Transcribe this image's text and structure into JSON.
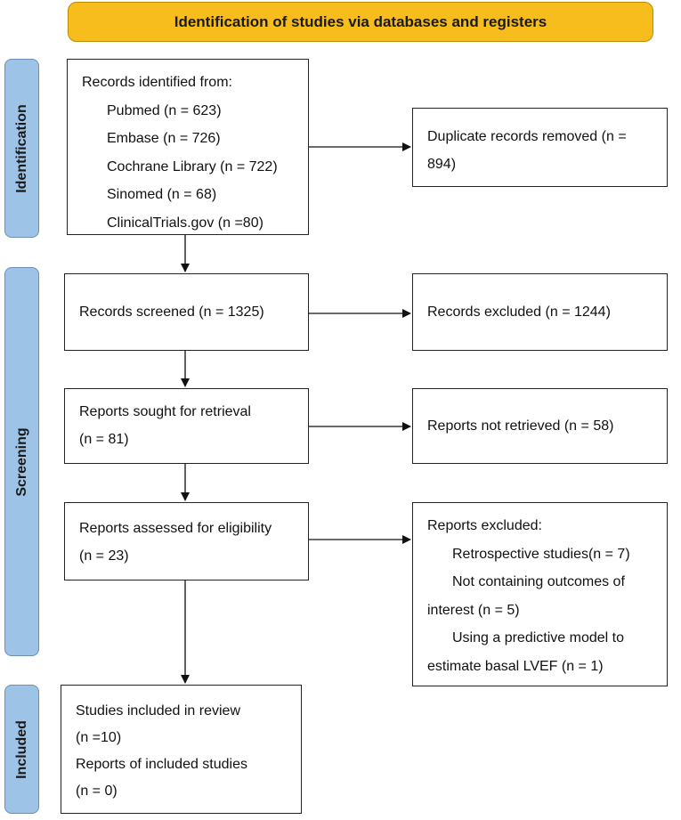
{
  "header": "Identification of studies via databases and registers",
  "phases": {
    "identification": "Identification",
    "screening": "Screening",
    "included": "Included"
  },
  "identification": {
    "records_title": "Records identified from:",
    "sources": [
      "Pubmed (n = 623)",
      "Embase (n = 726)",
      "Cochrane Library (n = 722)",
      "Sinomed (n = 68)",
      "ClinicalTrials.gov (n =80)"
    ],
    "duplicates": [
      "Duplicate records removed (n =",
      "894)"
    ]
  },
  "screening": {
    "screened": "Records screened (n = 1325)",
    "excluded": "Records excluded (n = 1244)",
    "sought": [
      "Reports sought for retrieval",
      "(n = 81)"
    ],
    "not_retrieved": "Reports not retrieved (n = 58)",
    "assessed": [
      "Reports assessed for eligibility",
      "(n = 23)"
    ],
    "reports_excluded": {
      "title": "Reports excluded:",
      "lines": [
        "Retrospective studies(n = 7)",
        "Not containing outcomes of",
        "interest (n = 5)",
        "Using a predictive model to",
        "estimate basal LVEF (n = 1)"
      ]
    }
  },
  "included": {
    "lines": [
      "Studies included in review",
      "(n =10)",
      "Reports of included studies",
      "(n = 0)"
    ]
  }
}
